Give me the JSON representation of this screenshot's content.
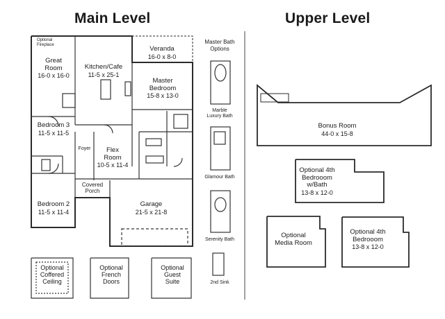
{
  "titles": {
    "main": "Main Level",
    "upper": "Upper Level"
  },
  "rooms": {
    "great_room": {
      "name1": "Great",
      "name2": "Room",
      "dims": "16-0 x 16-0"
    },
    "kitchen": {
      "name": "Kitchen/Cafe",
      "dims": "11-5 x 25-1"
    },
    "veranda": {
      "name": "Veranda",
      "dims": "16-0 x 8-0"
    },
    "master_bedroom": {
      "name1": "Master",
      "name2": "Bedroom",
      "dims": "15-8 x 13-0"
    },
    "bedroom3": {
      "name": "Bedroom 3",
      "dims": "11-5 x 11-5"
    },
    "foyer": {
      "name": "Foyer"
    },
    "flex_room": {
      "name1": "Flex",
      "name2": "Room",
      "dims": "10-5 x 11-4"
    },
    "covered_porch": {
      "name1": "Covered",
      "name2": "Porch"
    },
    "bedroom2": {
      "name": "Bedroom 2",
      "dims": "11-5 x 11-4"
    },
    "garage": {
      "name": "Garage",
      "dims": "21-5 x 21-8"
    },
    "optional_fireplace": {
      "line1": "Optional",
      "line2": "Fireplace"
    }
  },
  "options_main": {
    "coffered": [
      "Optional",
      "Coffered",
      "Ceiling"
    ],
    "french_doors": [
      "Optional",
      "French",
      "Doors"
    ],
    "guest_suite": [
      "Optional",
      "Guest",
      "Suite"
    ]
  },
  "bath_options": {
    "heading": [
      "Master Bath",
      "Options"
    ],
    "items": [
      {
        "line1": "Marble",
        "line2": "Luxury Bath"
      },
      {
        "line1": "Glamour Bath",
        "line2": ""
      },
      {
        "line1": "Serenity Bath",
        "line2": ""
      },
      {
        "line1": "2nd Sink",
        "line2": ""
      }
    ]
  },
  "upper": {
    "bonus_room": {
      "name": "Bonus Room",
      "dims": "44-0 x 15-8"
    },
    "optional_4th_bath": {
      "lines": [
        "Optional 4th",
        "Bedrooom",
        "w/Bath"
      ],
      "dims": "13-8 x 12-0"
    },
    "media_room": {
      "lines": [
        "Optional",
        "Media Room"
      ]
    },
    "optional_4th": {
      "lines": [
        "Optional 4th",
        "Bedrooom"
      ],
      "dims": "13-8 x 12-0"
    }
  },
  "colors": {
    "wall": "#2a2a2a",
    "line": "#555555"
  }
}
